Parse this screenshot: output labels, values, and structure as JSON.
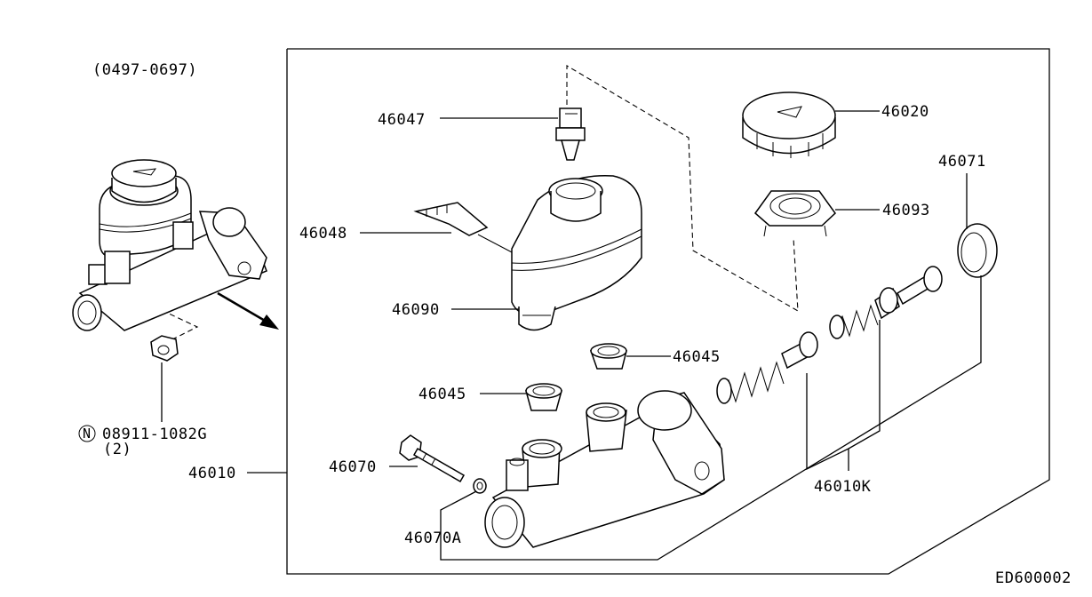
{
  "diagram": {
    "date_range": "(0497-0697)",
    "drawing_code": "ED600002",
    "labels": {
      "p46047": "46047",
      "p46020": "46020",
      "p46071": "46071",
      "p46048": "46048",
      "p46093": "46093",
      "p46090": "46090",
      "p46045_a": "46045",
      "p46045_b": "46045",
      "p46070": "46070",
      "p46070A": "46070A",
      "p46010": "46010",
      "p46010K": "46010K",
      "nut_part": "08911-1082G",
      "nut_qty": "(2)",
      "nut_symbol": "N"
    }
  }
}
